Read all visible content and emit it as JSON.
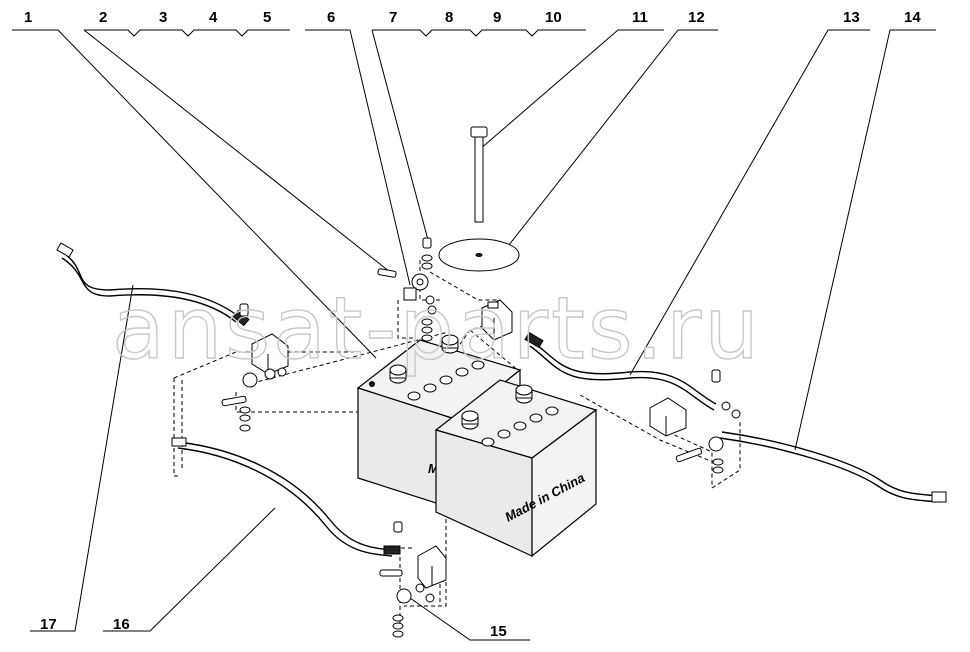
{
  "watermark": "ansat-parts.ru",
  "battery_stamp": "Made in China",
  "battery_stamp_partial": "M",
  "callouts": [
    "1",
    "2",
    "3",
    "4",
    "5",
    "6",
    "7",
    "8",
    "9",
    "10",
    "11",
    "12",
    "13",
    "14",
    "15",
    "16",
    "17"
  ]
}
